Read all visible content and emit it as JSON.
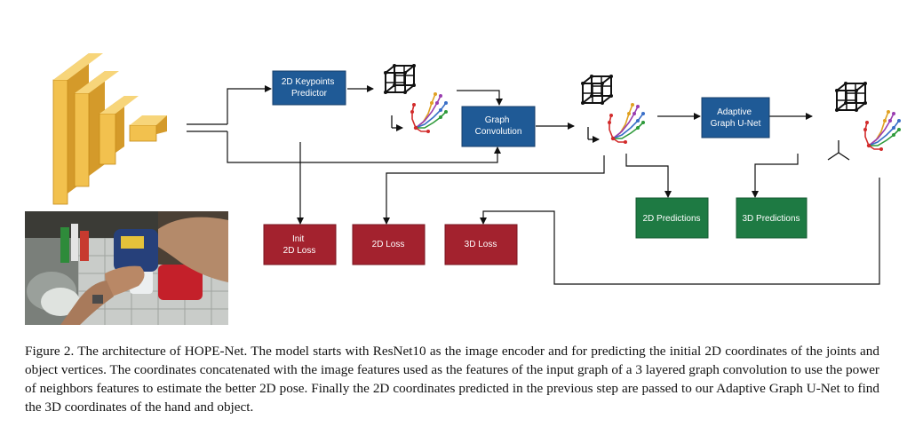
{
  "boxes": {
    "keypoints": "2D Keypoints\nPredictor",
    "graph_conv": "Graph\nConvolution",
    "adaptive": "Adaptive\nGraph U-Net",
    "pred_2d": "2D Predictions",
    "pred_3d": "3D Predictions",
    "init_loss": "Init\n2D Loss",
    "loss_2d": "2D Loss",
    "loss_3d": "3D Loss"
  },
  "colors": {
    "blue": "#1f5a96",
    "green": "#1e7a43",
    "red": "#a3222e",
    "encoder": "#f2c14e",
    "encoder_side": "#d49a2a"
  },
  "caption": "Figure 2. The architecture of HOPE-Net. The model starts with ResNet10 as the image encoder and for predicting the initial 2D coordinates of the joints and object vertices. The coordinates concatenated with the image features used as the features of the input graph of a 3 layered graph convolution to use the power of neighbors features to estimate the better 2D pose.  Finally the 2D coordinates predicted in the previous step are passed to our Adaptive Graph U-Net to find the 3D coordinates of the hand and object."
}
